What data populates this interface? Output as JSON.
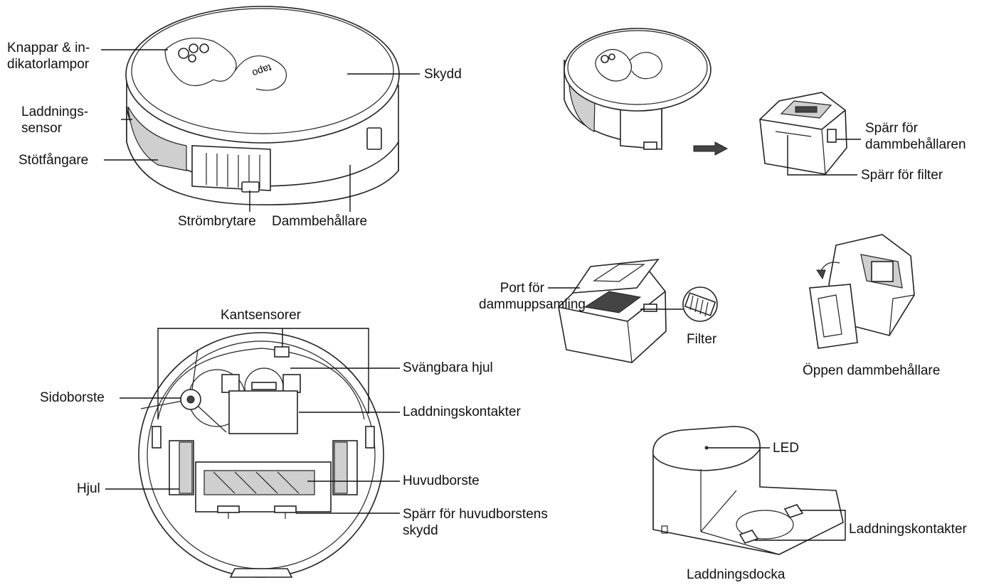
{
  "labels": {
    "knappar": "Knappar & in-\ndikatorlampor",
    "skydd": "Skydd",
    "laddningssensor": "Laddnings-\nsensor",
    "stotfangare": "Stötfångare",
    "strombrytare": "Strömbrytare",
    "dammbehallare": "Dammbehållare",
    "sparr_dammbehallaren": "Spärr för\ndammbehållaren",
    "sparr_filter": "Spärr för filter",
    "port_dammuppsamling": "Port för\ndammuppsamling",
    "filter": "Filter",
    "oppen_dammbehallare": "Öppen dammbehållare",
    "kantsensorer": "Kantsensorer",
    "svangbara_hjul": "Svängbara hjul",
    "sidoborste": "Sidoborste",
    "laddningskontakter_robot": "Laddningskontakter",
    "hjul": "Hjul",
    "huvudborste": "Huvudborste",
    "sparr_huvudborstens_skydd": "Spärr för huvudborstens\nskydd",
    "led": "LED",
    "laddningskontakter_docka": "Laddningskontakter",
    "laddningsdocka": "Laddningsdocka"
  },
  "logo_text": "tapo"
}
